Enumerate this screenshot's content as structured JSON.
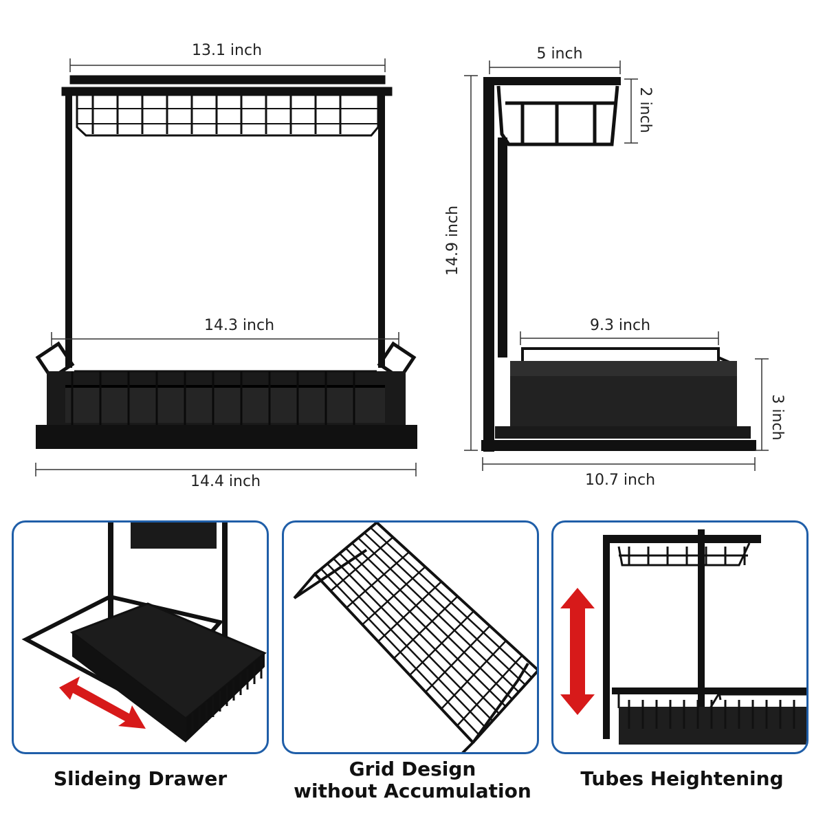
{
  "front_view": {
    "top_width": "13.1 inch",
    "inner_width": "14.3 inch",
    "base_width": "14.4 inch"
  },
  "side_view": {
    "top_depth": "5 inch",
    "basket_height": "2 inch",
    "total_height": "14.9 inch",
    "drawer_depth": "9.3 inch",
    "drawer_height": "3 inch",
    "base_depth": "10.7 inch"
  },
  "features": [
    {
      "caption_line1": "Slideing Drawer",
      "caption_line2": "",
      "icon": "double-arrow-horizontal-icon"
    },
    {
      "caption_line1": "Grid Design",
      "caption_line2": "without Accumulation",
      "icon": "grid-basket-icon"
    },
    {
      "caption_line1": "Tubes Heightening",
      "caption_line2": "",
      "icon": "double-arrow-vertical-icon"
    }
  ],
  "colors": {
    "frame": "#111111",
    "panel_border": "#1f5ea8",
    "arrow": "#d71a1a",
    "dimension_line": "#333333"
  }
}
